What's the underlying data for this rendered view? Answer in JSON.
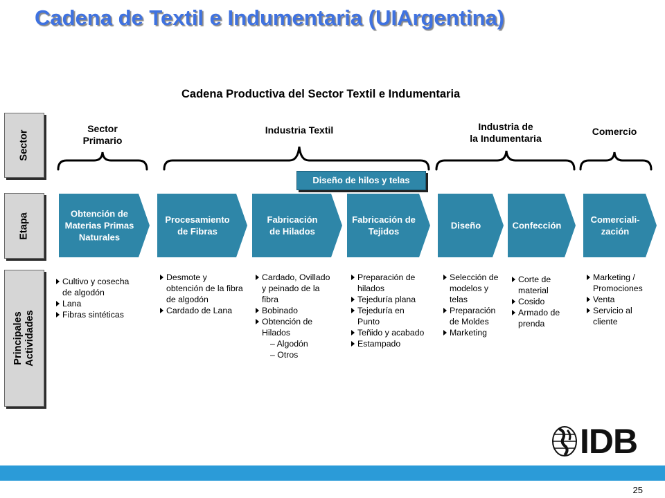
{
  "title": "Cadena de Textil e Indumentaria (UIArgentina)",
  "diagram_title": "Cadena Productiva del Sector Textil e Indumentaria",
  "row_labels": {
    "sector": "Sector",
    "etapa": "Etapa",
    "actividades": [
      "Principales",
      "Actividades"
    ]
  },
  "sectors": [
    {
      "label": [
        "Sector",
        "Primario"
      ]
    },
    {
      "label": [
        "Industria Textil"
      ]
    },
    {
      "label": [
        "Industria de",
        "la Indumentaria"
      ]
    },
    {
      "label": [
        "Comercio"
      ]
    }
  ],
  "design_box": "Diseño de hilos y telas",
  "stages": [
    [
      "Obtención de",
      "Materias Primas",
      "Naturales"
    ],
    [
      "Procesamiento",
      "de Fibras"
    ],
    [
      "Fabricación",
      "de Hilados"
    ],
    [
      "Fabricación de",
      "Tejidos"
    ],
    [
      "Diseño"
    ],
    [
      "Confección"
    ],
    [
      "Comerciali-",
      "zación"
    ]
  ],
  "activities": [
    [
      {
        "text": "Cultivo y cosecha",
        "type": "bullet"
      },
      {
        "text": "de algodón",
        "type": "cont"
      },
      {
        "text": "Lana",
        "type": "bullet"
      },
      {
        "text": "Fibras sintéticas",
        "type": "bullet"
      }
    ],
    [
      {
        "text": "Desmote y",
        "type": "bullet"
      },
      {
        "text": "obtención de la fibra",
        "type": "cont"
      },
      {
        "text": "de algodón",
        "type": "cont"
      },
      {
        "text": "Cardado de Lana",
        "type": "bullet"
      }
    ],
    [
      {
        "text": "Cardado, Ovillado",
        "type": "bullet"
      },
      {
        "text": "y peinado de la",
        "type": "cont"
      },
      {
        "text": "fibra",
        "type": "cont"
      },
      {
        "text": "Bobinado",
        "type": "bullet"
      },
      {
        "text": "Obtención de",
        "type": "bullet"
      },
      {
        "text": "Hilados",
        "type": "cont"
      },
      {
        "text": "– Algodón",
        "type": "sub"
      },
      {
        "text": "– Otros",
        "type": "sub"
      }
    ],
    [
      {
        "text": "Preparación de",
        "type": "bullet"
      },
      {
        "text": "hilados",
        "type": "cont"
      },
      {
        "text": "Tejeduría plana",
        "type": "bullet"
      },
      {
        "text": "Tejeduría en",
        "type": "bullet"
      },
      {
        "text": "Punto",
        "type": "cont"
      },
      {
        "text": "Teñido y acabado",
        "type": "bullet"
      },
      {
        "text": "Estampado",
        "type": "bullet"
      }
    ],
    [
      {
        "text": "Selección de",
        "type": "bullet"
      },
      {
        "text": "modelos y",
        "type": "cont"
      },
      {
        "text": "telas",
        "type": "cont"
      },
      {
        "text": "Preparación",
        "type": "bullet"
      },
      {
        "text": "de Moldes",
        "type": "cont"
      },
      {
        "text": "Marketing",
        "type": "bullet"
      }
    ],
    [
      {
        "text": "Corte de",
        "type": "bullet"
      },
      {
        "text": "material",
        "type": "cont"
      },
      {
        "text": "Cosido",
        "type": "bullet"
      },
      {
        "text": "Armado de",
        "type": "bullet"
      },
      {
        "text": "prenda",
        "type": "cont"
      }
    ],
    [
      {
        "text": "Marketing /",
        "type": "bullet"
      },
      {
        "text": "Promociones",
        "type": "cont"
      },
      {
        "text": "Venta",
        "type": "bullet"
      },
      {
        "text": "Servicio al",
        "type": "bullet"
      },
      {
        "text": "cliente",
        "type": "cont"
      }
    ]
  ],
  "logo": {
    "text": "IDB",
    "icon": "globe-icon"
  },
  "page_number": "25",
  "colors": {
    "title": "#3f72e0",
    "stage": "#2e86a8",
    "footer_bar": "#2b9bd8",
    "row_label_bg": "#d6d6d6"
  }
}
